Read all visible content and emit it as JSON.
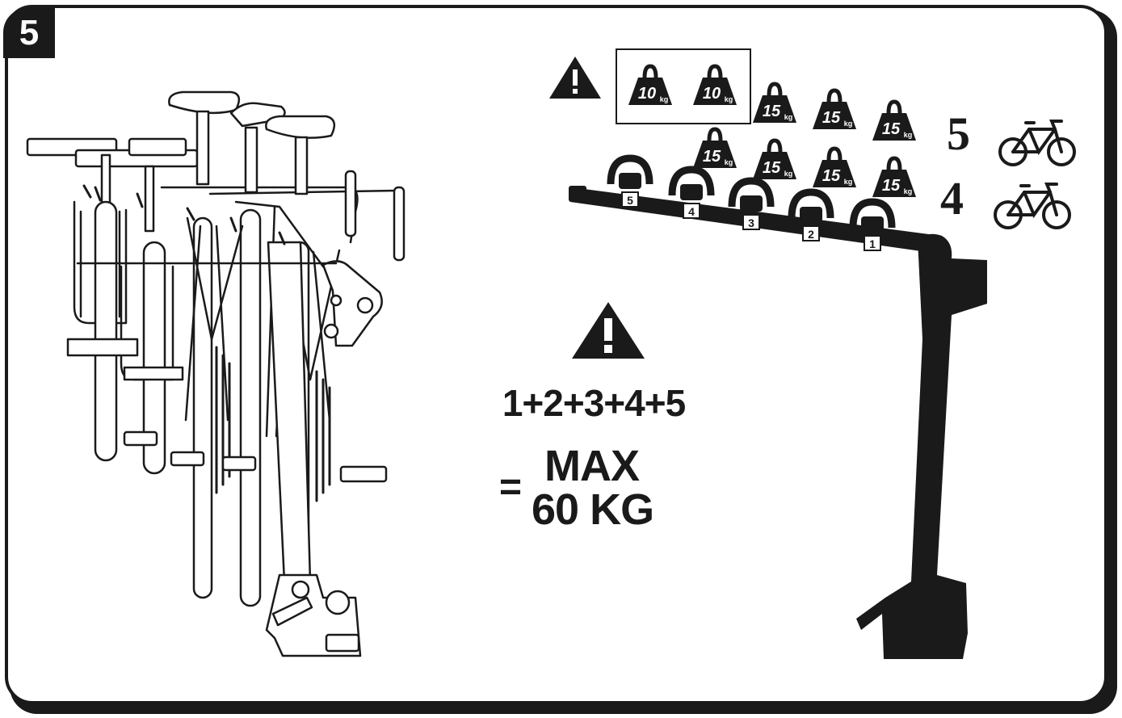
{
  "step": {
    "number": "5"
  },
  "weights": {
    "top_row": [
      {
        "value": "10",
        "unit": "kg",
        "boxed": true
      },
      {
        "value": "10",
        "unit": "kg",
        "boxed": true
      },
      {
        "value": "15",
        "unit": "kg",
        "boxed": false
      },
      {
        "value": "15",
        "unit": "kg",
        "boxed": false
      },
      {
        "value": "15",
        "unit": "kg",
        "boxed": false
      }
    ],
    "bottom_row": [
      {
        "value": "15",
        "unit": "kg"
      },
      {
        "value": "15",
        "unit": "kg"
      },
      {
        "value": "15",
        "unit": "kg"
      },
      {
        "value": "15",
        "unit": "kg"
      }
    ]
  },
  "bike_counts": {
    "five": "5",
    "four": "4"
  },
  "rack_slots": [
    "5",
    "4",
    "3",
    "2",
    "1"
  ],
  "equation": {
    "sum": "1+2+3+4+5",
    "equals": "=",
    "max": "MAX",
    "limit": "60 KG"
  },
  "icons": [
    "warning-triangle-icon",
    "weight-icon",
    "bicycle-icon"
  ],
  "colors": {
    "ink": "#1a1a1a",
    "paper": "#ffffff"
  }
}
